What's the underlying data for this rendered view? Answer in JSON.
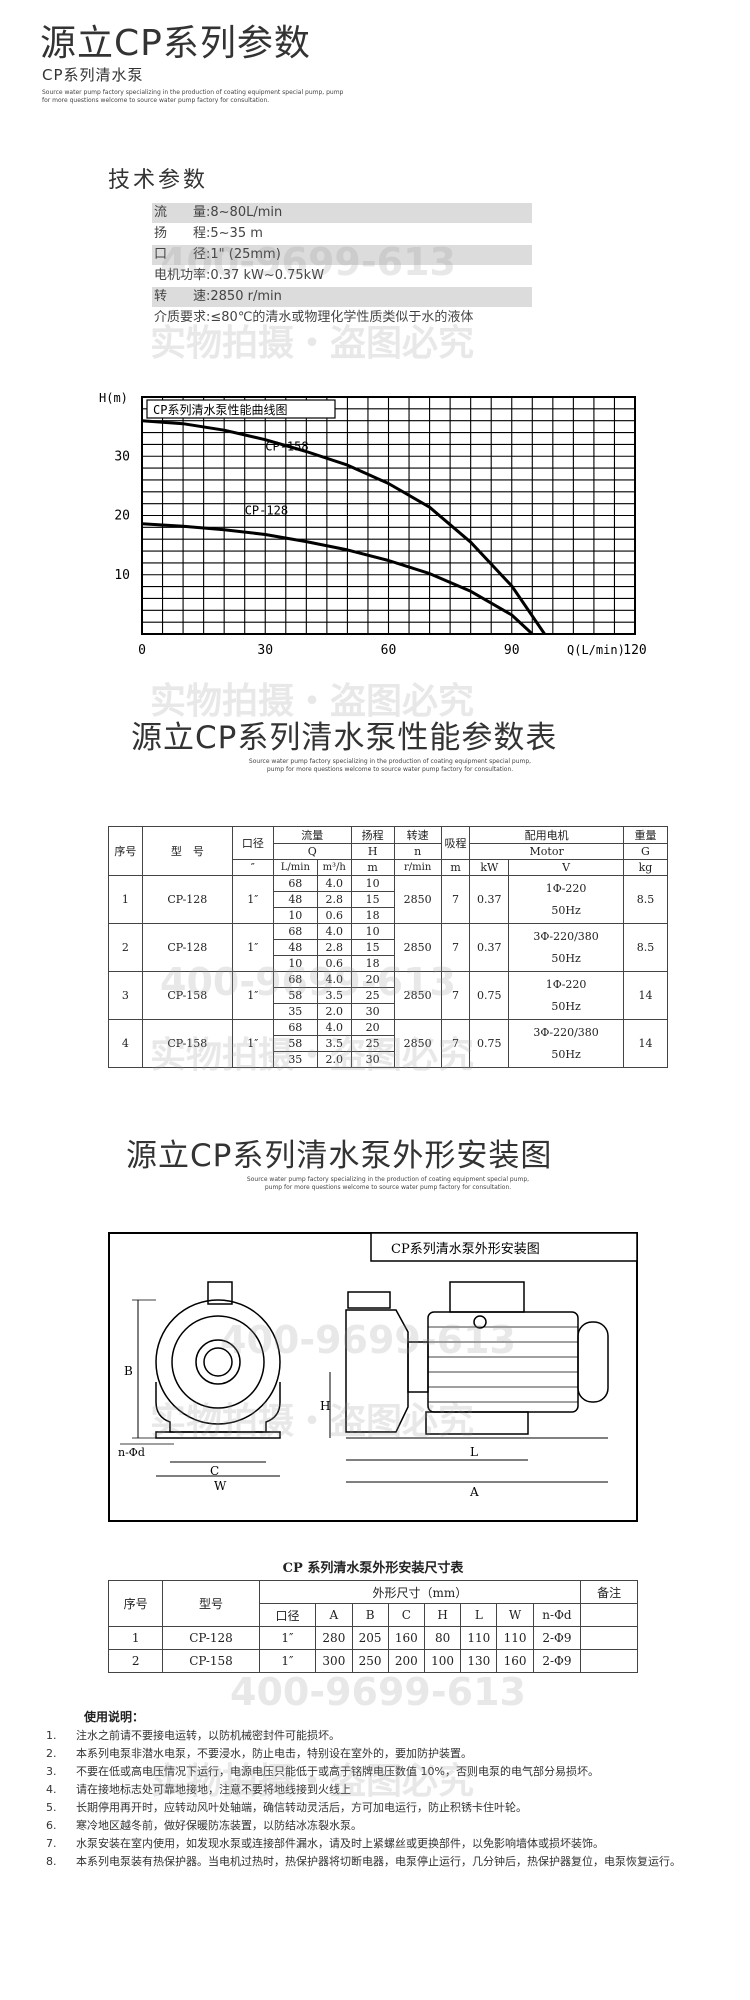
{
  "header": {
    "title": "源立CP系列参数",
    "subtitle": "CP系列清水泵",
    "en_lines": [
      "Source water pump factory specializing in the production of coating equipment special pump, pump",
      "for more questions welcome to source water pump factory for consultation."
    ]
  },
  "tech": {
    "heading": "技术参数",
    "rows": [
      "流　　量:8~80L/min",
      "扬　　程:5~35 m",
      "口　　径:1\" (25mm)",
      "电机功率:0.37 kW~0.75kW",
      "转　　速:2850 r/min",
      "介质要求:≤80℃的清水或物理化学性质类似于水的液体"
    ]
  },
  "watermark": {
    "phone": "400-9699-613",
    "text": "实物拍摄・盗图必究"
  },
  "chart": {
    "title": "CP系列清水泵性能曲线图",
    "ylabel": "H(m)",
    "xlabel": "Q(L/min)"
  },
  "chart_data": {
    "type": "line",
    "title": "CP系列清水泵性能曲线图",
    "xlabel": "Q(L/min)",
    "ylabel": "H(m)",
    "xlim": [
      0,
      120
    ],
    "ylim": [
      0,
      40
    ],
    "x_ticks": [
      "0",
      "30",
      "60",
      "90",
      "120"
    ],
    "y_ticks": [
      "10",
      "20",
      "30"
    ],
    "grid": true,
    "series": [
      {
        "name": "CP-158",
        "x": [
          0,
          10,
          20,
          30,
          40,
          50,
          60,
          70,
          80,
          90,
          98
        ],
        "y": [
          36,
          35.5,
          34.4,
          32.8,
          30.8,
          28.5,
          25.4,
          21.4,
          15.5,
          8.1,
          0
        ]
      },
      {
        "name": "CP-128",
        "x": [
          0,
          10,
          20,
          30,
          40,
          50,
          60,
          70,
          80,
          90,
          95
        ],
        "y": [
          18.6,
          18.2,
          17.6,
          16.8,
          15.6,
          14.2,
          12.4,
          10.2,
          7.2,
          3.2,
          0
        ]
      }
    ]
  },
  "perf_section": {
    "title": "源立CP系列清水泵性能参数表",
    "en_lines": [
      "Source water pump factory specializing in the production of coating equipment special pump,",
      "pump for more questions welcome to source water pump factory for consultation."
    ]
  },
  "perf_table": {
    "h_no": "序号",
    "h_model": "型　号",
    "h_caliber": "口径",
    "h_flow": "流量",
    "h_flow_sym": "Q",
    "h_head": "扬程",
    "h_head_sym": "H",
    "h_speed": "转速",
    "h_speed_sym": "n",
    "h_suction": "吸程",
    "h_motor": "配用电机",
    "h_motor_en": "Motor",
    "h_weight": "重量",
    "h_weight_sym": "G",
    "u_caliber": "″",
    "u_lmin": "L/min",
    "u_m3h": "m³/h",
    "u_m": "m",
    "u_rmin": "r/min",
    "u_kw": "kW",
    "u_v": "V",
    "u_kg": "kg",
    "rows": [
      {
        "no": "1",
        "model": "CP-128",
        "caliber": "1″",
        "lmin": [
          "68",
          "48",
          "10"
        ],
        "m3h": [
          "4.0",
          "2.8",
          "0.6"
        ],
        "head": [
          "10",
          "15",
          "18"
        ],
        "speed": "2850",
        "suction": "7",
        "kw": "0.37",
        "volt": "1Φ-220",
        "hz": "50Hz",
        "weight": "8.5"
      },
      {
        "no": "2",
        "model": "CP-128",
        "caliber": "1″",
        "lmin": [
          "68",
          "48",
          "10"
        ],
        "m3h": [
          "4.0",
          "2.8",
          "0.6"
        ],
        "head": [
          "10",
          "15",
          "18"
        ],
        "speed": "2850",
        "suction": "7",
        "kw": "0.37",
        "volt": "3Φ-220/380",
        "hz": "50Hz",
        "weight": "8.5"
      },
      {
        "no": "3",
        "model": "CP-158",
        "caliber": "1″",
        "lmin": [
          "68",
          "58",
          "35"
        ],
        "m3h": [
          "4.0",
          "3.5",
          "2.0"
        ],
        "head": [
          "20",
          "25",
          "30"
        ],
        "speed": "2850",
        "suction": "7",
        "kw": "0.75",
        "volt": "1Φ-220",
        "hz": "50Hz",
        "weight": "14"
      },
      {
        "no": "4",
        "model": "CP-158",
        "caliber": "1″",
        "lmin": [
          "68",
          "58",
          "35"
        ],
        "m3h": [
          "4.0",
          "3.5",
          "2.0"
        ],
        "head": [
          "20",
          "25",
          "30"
        ],
        "speed": "2850",
        "suction": "7",
        "kw": "0.75",
        "volt": "3Φ-220/380",
        "hz": "50Hz",
        "weight": "14"
      }
    ]
  },
  "install_section": {
    "title": "源立CP系列清水泵外形安装图",
    "en_lines": [
      "Source water pump factory specializing in the production of coating equipment special pump,",
      "pump for more questions welcome to source water pump factory for consultation."
    ],
    "drawing_title": "CP系列清水泵外形安装图",
    "dims": {
      "B": "B",
      "H": "H",
      "C": "C",
      "A": "A",
      "L": "L",
      "W": "W",
      "nd": "n-Φd"
    }
  },
  "dim_table": {
    "caption": "CP 系列清水泵外形安装尺寸表",
    "h_no": "序号",
    "h_model": "型号",
    "h_dims": "外形尺寸（mm）",
    "h_note": "备注",
    "cols": [
      "口径",
      "A",
      "B",
      "C",
      "H",
      "L",
      "W",
      "n-Φd"
    ],
    "rows": [
      {
        "no": "1",
        "model": "CP-128",
        "vals": [
          "1″",
          "280",
          "205",
          "160",
          "80",
          "110",
          "110",
          "2-Φ9"
        ]
      },
      {
        "no": "2",
        "model": "CP-158",
        "vals": [
          "1″",
          "300",
          "250",
          "200",
          "100",
          "130",
          "160",
          "2-Φ9"
        ]
      }
    ]
  },
  "notes": {
    "title": "使用说明：",
    "items": [
      {
        "num": "1.",
        "text": "注水之前请不要接电运转，以防机械密封件可能损坏。"
      },
      {
        "num": "2.",
        "text": "本系列电泵非潜水电泵，不要浸水，防止电击，特别设在室外的，要加防护装置。"
      },
      {
        "num": "3.",
        "text": "不要在低或高电压情况下运行，电源电压只能低于或高于铭牌电压数值 10%，否则电泵的电气部分易损坏。"
      },
      {
        "num": "4.",
        "text": "请在接地标志处可靠地接地，注意不要将地线接到火线上"
      },
      {
        "num": "5.",
        "text": "长期停用再开时，应转动风叶处轴端，确信转动灵活后，方可加电运行，防止积锈卡住叶轮。"
      },
      {
        "num": "6.",
        "text": "寒冷地区越冬前，做好保暖防冻装置，以防结冰冻裂水泵。"
      },
      {
        "num": "7.",
        "text": "水泵安装在室内使用，如发现水泵或连接部件漏水，请及时上紧螺丝或更换部件，以免影响墙体或损坏装饰。"
      },
      {
        "num": "8.",
        "text": "本系列电泵装有热保护器。当电机过热时，热保护器将切断电器，电泵停止运行，几分钟后，热保护器复位，电泵恢复运行。"
      }
    ]
  }
}
